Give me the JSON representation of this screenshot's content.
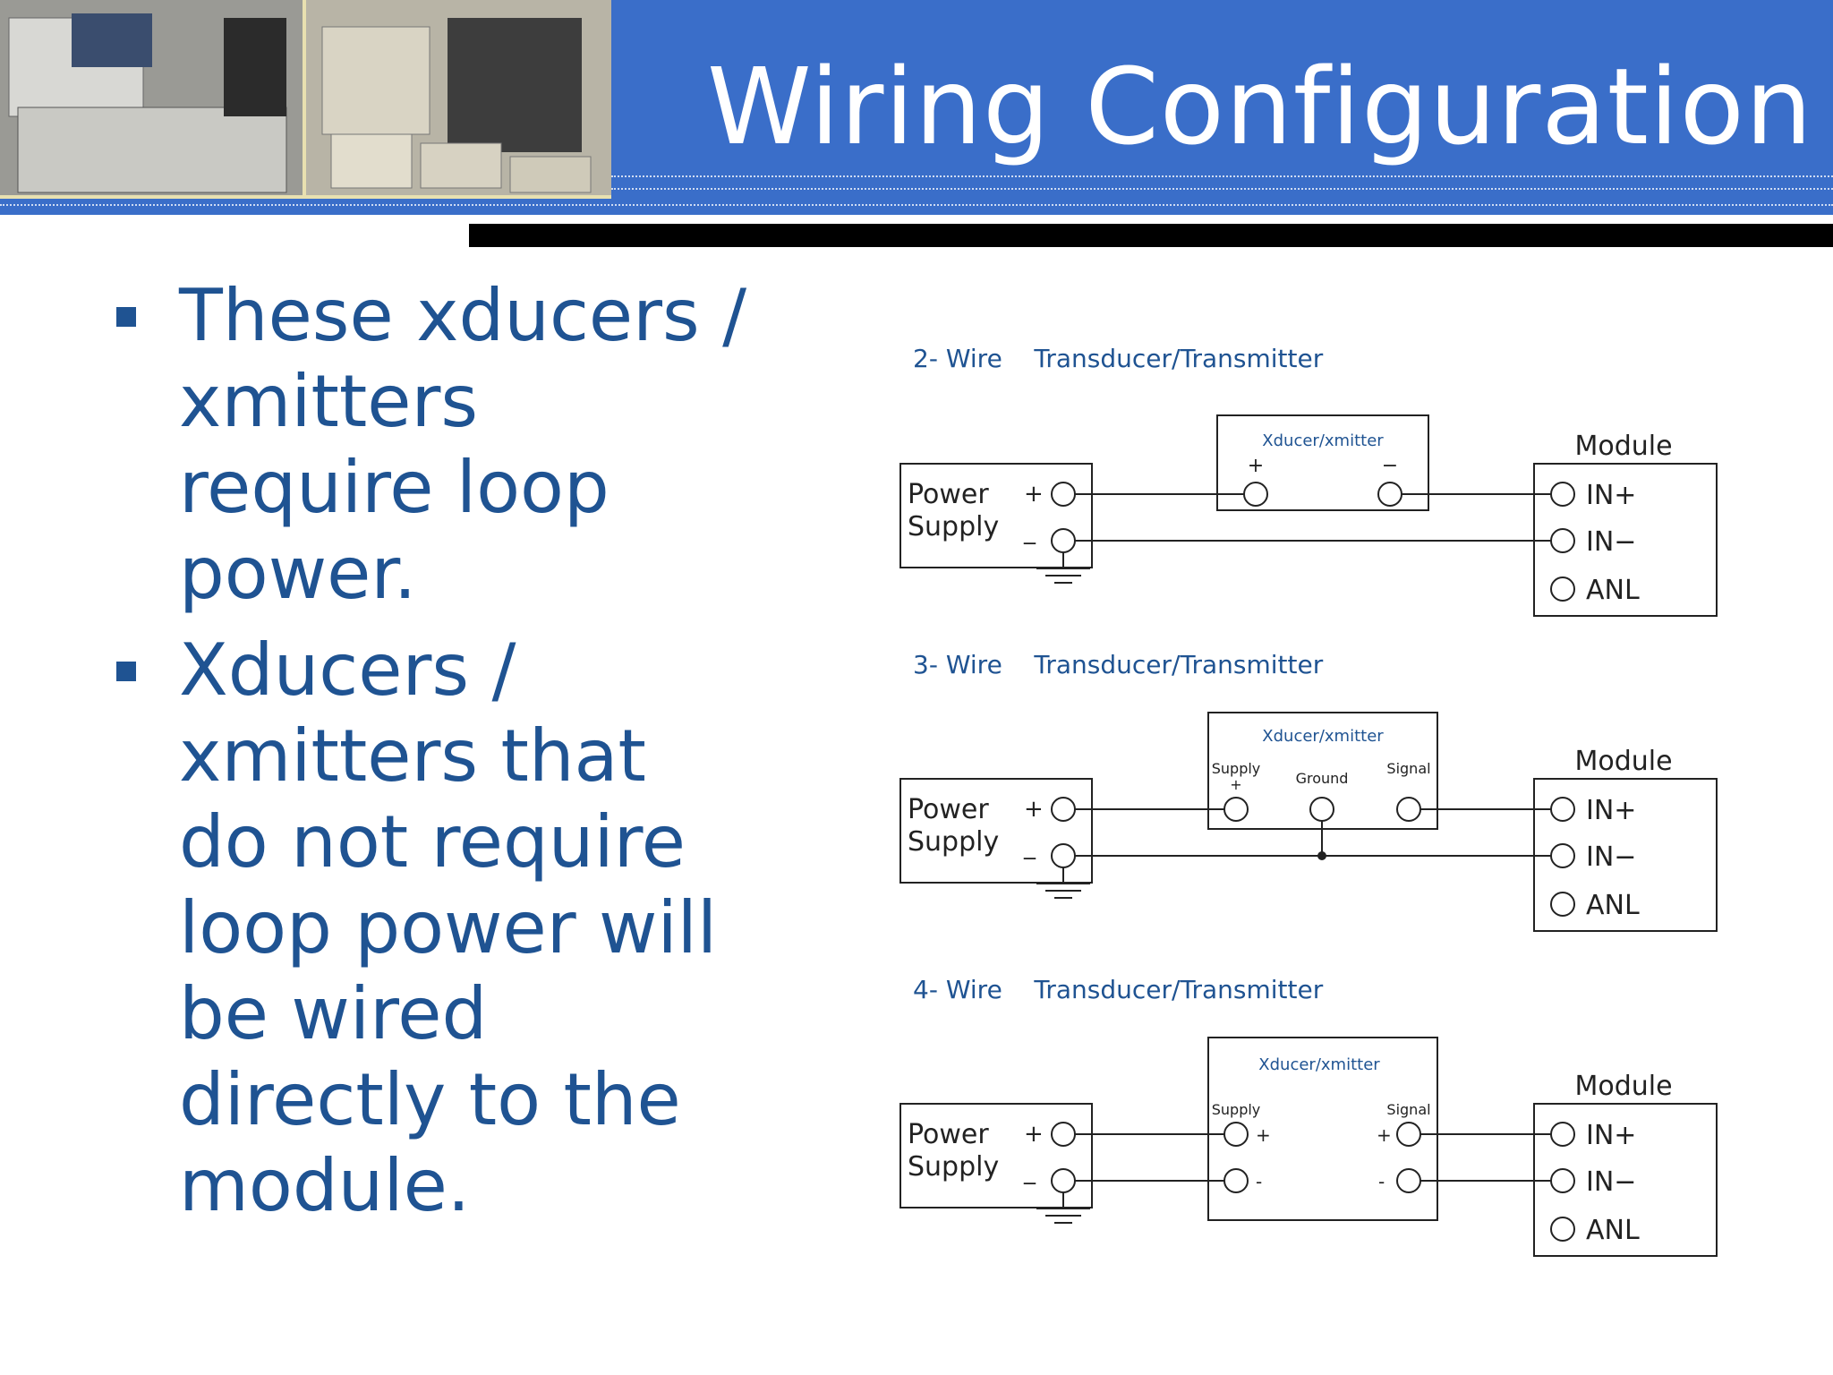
{
  "slide": {
    "title": "Wiring Configuration",
    "bullets": [
      "These xducers / xmitters require loop power.",
      "Xducers / xmitters that do not require loop power will be wired directly to the module."
    ]
  },
  "colors": {
    "header": "#3a6ec9",
    "text": "#1f5392",
    "caption": "#1f5392",
    "wire": "#222222"
  },
  "diagrams": [
    {
      "caption": "2- Wire    Transducer/Transmitter",
      "power_supply": {
        "line1": "Power",
        "line2": "Supply",
        "plus": "+",
        "minus": "_"
      },
      "xducer": {
        "label": "Xducer/xmitter",
        "terminals": [
          "+",
          "−"
        ]
      },
      "module": {
        "label": "Module",
        "terminals": [
          "IN+",
          "IN−",
          "ANL"
        ]
      }
    },
    {
      "caption": "3- Wire    Transducer/Transmitter",
      "power_supply": {
        "line1": "Power",
        "line2": "Supply",
        "plus": "+",
        "minus": "_"
      },
      "xducer": {
        "label": "Xducer/xmitter",
        "terminals": [
          "Supply",
          "+",
          "Ground",
          "Signal"
        ]
      },
      "module": {
        "label": "Module",
        "terminals": [
          "IN+",
          "IN−",
          "ANL"
        ]
      }
    },
    {
      "caption": "4- Wire    Transducer/Transmitter",
      "power_supply": {
        "line1": "Power",
        "line2": "Supply",
        "plus": "+",
        "minus": "_"
      },
      "xducer": {
        "label": "Xducer/xmitter",
        "terminals": [
          "Supply",
          "Signal",
          "+",
          "-"
        ]
      },
      "module": {
        "label": "Module",
        "terminals": [
          "IN+",
          "IN−",
          "ANL"
        ]
      }
    }
  ]
}
